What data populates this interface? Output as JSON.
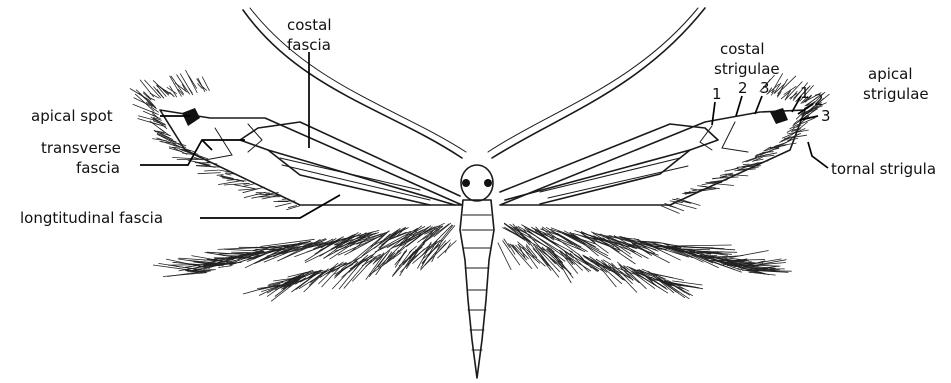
{
  "figure": {
    "labels": {
      "costal_fascia": [
        "costal",
        "fascia"
      ],
      "apical_spot": "apical spot",
      "transverse_fascia": [
        "transverse",
        "fascia"
      ],
      "longitudinal_fascia": "longtitudinal fascia",
      "costal_strigulae": [
        "costal",
        "strigulae"
      ],
      "apical_strigulae": [
        "apical",
        "strigulae"
      ],
      "tornal_strigula": "tornal strigula"
    },
    "costal_strigulae_numbers": [
      "1",
      "2",
      "3"
    ],
    "apical_strigulae_numbers": [
      "1",
      "2",
      "3"
    ]
  }
}
